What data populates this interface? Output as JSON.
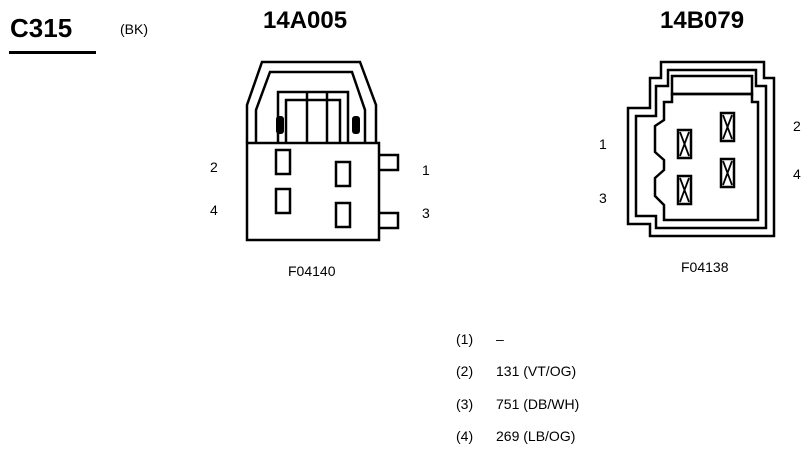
{
  "connector": {
    "id": "C315",
    "color_code": "(BK)"
  },
  "left_connector": {
    "part_number": "14A005",
    "figure_code": "F04140",
    "pin_labels": [
      "1",
      "2",
      "3",
      "4"
    ]
  },
  "right_connector": {
    "part_number": "14B079",
    "figure_code": "F04138",
    "pin_labels": [
      "1",
      "2",
      "3",
      "4"
    ]
  },
  "pinout": [
    {
      "pin": "(1)",
      "circuit": "–"
    },
    {
      "pin": "(2)",
      "circuit": "131 (VT/OG)"
    },
    {
      "pin": "(3)",
      "circuit": "751 (DB/WH)"
    },
    {
      "pin": "(4)",
      "circuit": "269 (LB/OG)"
    }
  ]
}
